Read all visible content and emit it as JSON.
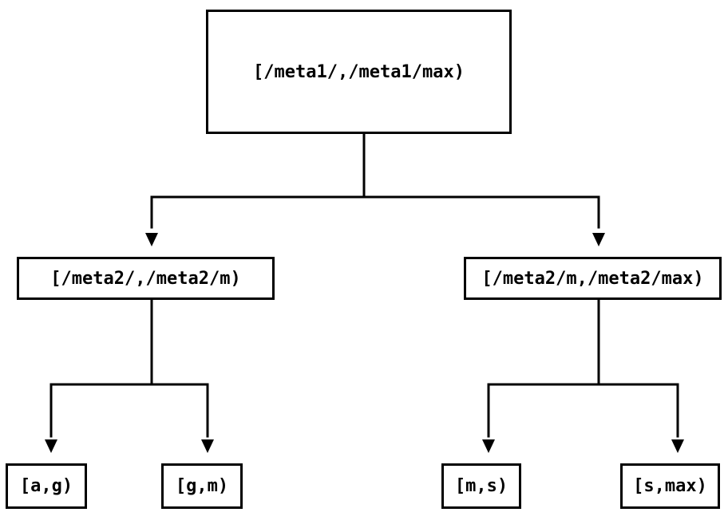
{
  "diagram": {
    "type": "tree",
    "colors": {
      "background": "#ffffff",
      "line": "#000000",
      "text": "#000000"
    },
    "nodes": {
      "root": {
        "label": "[/meta1/,/meta1/max)"
      },
      "child_left": {
        "label": "[/meta2/,/meta2/m)"
      },
      "child_right": {
        "label": "[/meta2/m,/meta2/max)"
      },
      "leaf_ag": {
        "label": "[a,g)"
      },
      "leaf_gm": {
        "label": "[g,m)"
      },
      "leaf_ms": {
        "label": "[m,s)"
      },
      "leaf_smax": {
        "label": "[s,max)"
      }
    },
    "edges": [
      {
        "from": "root",
        "to": "child_left"
      },
      {
        "from": "root",
        "to": "child_right"
      },
      {
        "from": "child_left",
        "to": "leaf_ag"
      },
      {
        "from": "child_left",
        "to": "leaf_gm"
      },
      {
        "from": "child_right",
        "to": "leaf_ms"
      },
      {
        "from": "child_right",
        "to": "leaf_smax"
      }
    ]
  }
}
